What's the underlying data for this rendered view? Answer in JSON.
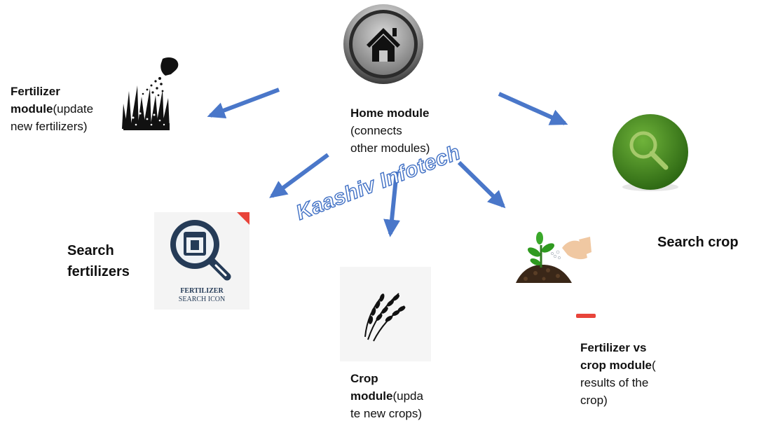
{
  "watermark": "Kaashiv Infotech",
  "colors": {
    "arrow": "#4a77c9",
    "search_crop_icon": "#3f8a1f",
    "fertilizer_search_icon": "#253b57",
    "badge": "#e8443a"
  },
  "nodes": {
    "home": {
      "title": "Home module",
      "desc_line1": "(connects",
      "desc_line2": "other modules)",
      "icon": "house-icon"
    },
    "fertilizer": {
      "title": "Fertilizer",
      "line2_bold": "module",
      "line2_rest": "(update",
      "line3": "new fertilizers)",
      "icon": "fertilizer-spray-icon"
    },
    "search_crop": {
      "title": "Search crop",
      "icon": "search-crop-icon"
    },
    "search_fertilizers": {
      "line1": "Search",
      "line2": "fertilizers",
      "icon": "fertilizer-search-icon",
      "icon_caption_line1": "FERTILIZER",
      "icon_caption_line2": "SEARCH ICON"
    },
    "crop": {
      "line1": "Crop",
      "line2_bold": "module",
      "line2_rest": "(upda",
      "line3": "te new crops)",
      "icon": "wheat-icon"
    },
    "fert_vs_crop": {
      "line1": "Fertilizer vs",
      "line2_bold": "crop module",
      "line2_rest": "(",
      "line3": "results of the",
      "line4": "crop)",
      "icon": "plant-hand-icon"
    }
  }
}
